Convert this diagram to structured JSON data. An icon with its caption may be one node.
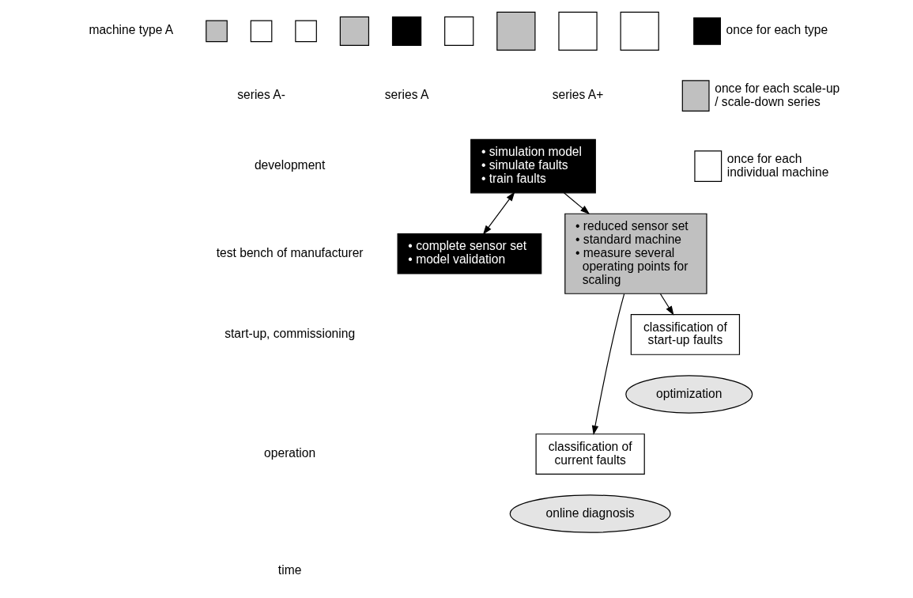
{
  "diagram": {
    "nodes": [
      {
        "text": [
          "• simulation model",
          "• simulate faults",
          "• train faults"
        ]
      },
      {
        "text": [
          "• complete sensor set",
          "• model validation"
        ]
      },
      {
        "text": [
          "• reduced sensor set",
          "• standard machine",
          "• measure several operating points for scaling"
        ]
      },
      {
        "text": [
          "classification of start-up faults"
        ]
      },
      {
        "text": [
          "optimization"
        ]
      },
      {
        "text": [
          "classification of current faults"
        ]
      },
      {
        "text": [
          "online diagnosis"
        ]
      },
      {
        "text": [],
        "shape": "box"
      },
      {
        "text": [],
        "shape": "box"
      },
      {
        "text": [],
        "shape": "box"
      },
      {
        "text": [],
        "shape": "box"
      },
      {
        "text": [],
        "shape": "box"
      },
      {
        "text": [],
        "shape": "box"
      },
      {
        "text": [],
        "shape": "box"
      },
      {
        "text": [],
        "shape": "box"
      },
      {
        "text": [],
        "shape": "box"
      }
    ],
    "edges": [
      {
        "from": 0,
        "to": 2,
        "arrow": "to"
      },
      {
        "from": 0,
        "to": 1,
        "arrow": "both"
      },
      {
        "from": 2,
        "to": 3,
        "arrow": "to"
      },
      {
        "from": 2,
        "to": 5,
        "arrow": "to"
      }
    ],
    "labels": [
      "machine type A",
      "series A-",
      "series A",
      "series A+",
      "development",
      "test bench of manufacturer",
      "start-up, commissioning",
      "operation",
      "time"
    ],
    "legend": [
      {
        "text": "once for each type",
        "color": "#000000"
      },
      {
        "text": "once for each scale-up / scale-down series",
        "color": "#c0c0c0"
      },
      {
        "text": "once for each individual machine",
        "color": "#ffffff"
      }
    ]
  }
}
